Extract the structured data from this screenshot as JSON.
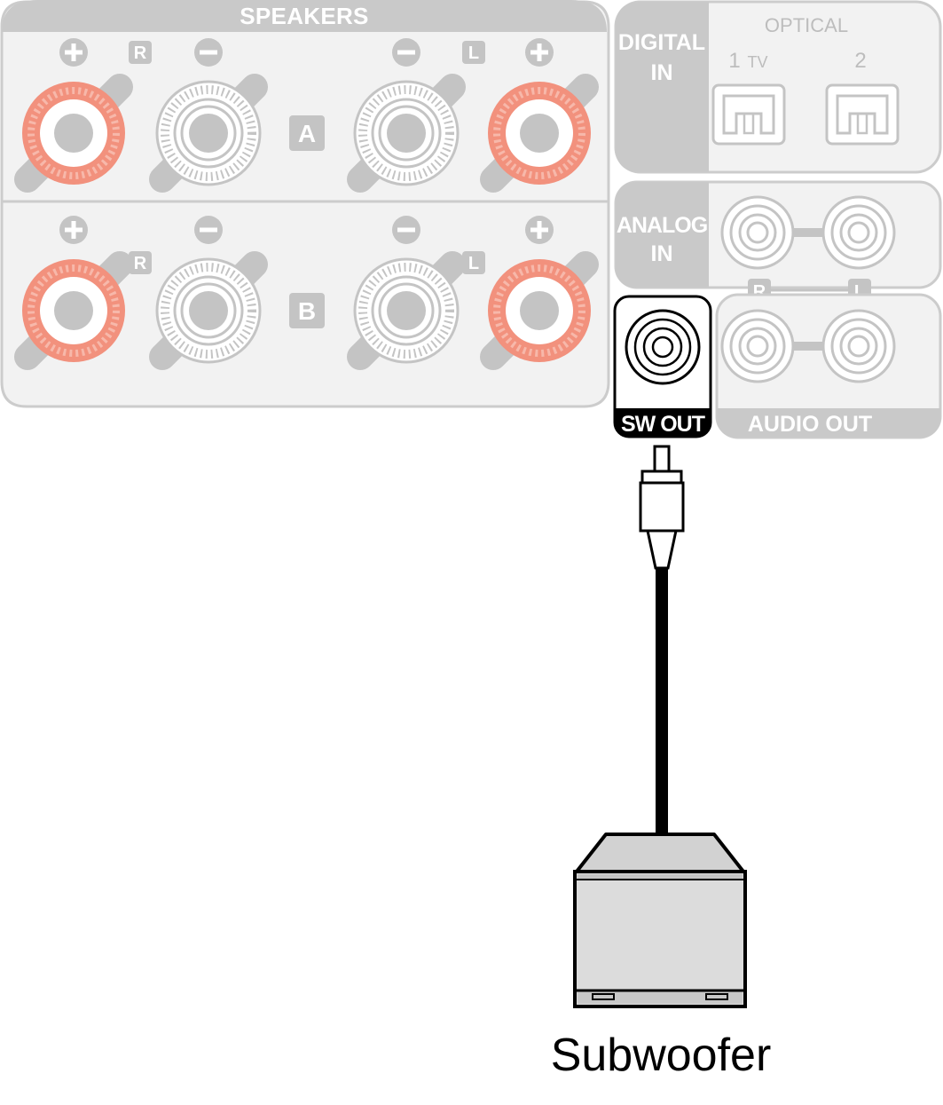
{
  "speakers": {
    "title": "SPEAKERS",
    "channel_r": "R",
    "channel_l": "L",
    "row_a": "A",
    "row_b": "B"
  },
  "digital_in": {
    "label_line1": "DIGITAL",
    "label_line2": "IN",
    "optical": "OPTICAL",
    "port1_num": "1",
    "port1_sub": "TV",
    "port2_num": "2"
  },
  "analog_in": {
    "label_line1": "ANALOG",
    "label_line2": "IN",
    "channel_r": "R",
    "channel_l": "L"
  },
  "audio_out": {
    "label": "AUDIO OUT"
  },
  "sw_out": {
    "label": "SW OUT"
  },
  "device": {
    "caption": "Subwoofer"
  },
  "colors": {
    "panel_fill": "#f2f2f2",
    "panel_stroke": "#cccccc",
    "header_gray": "#c9c9c9",
    "terminal_gray": "#c4c4c4",
    "positive_red": "#f2917d",
    "cable": "#000000"
  }
}
